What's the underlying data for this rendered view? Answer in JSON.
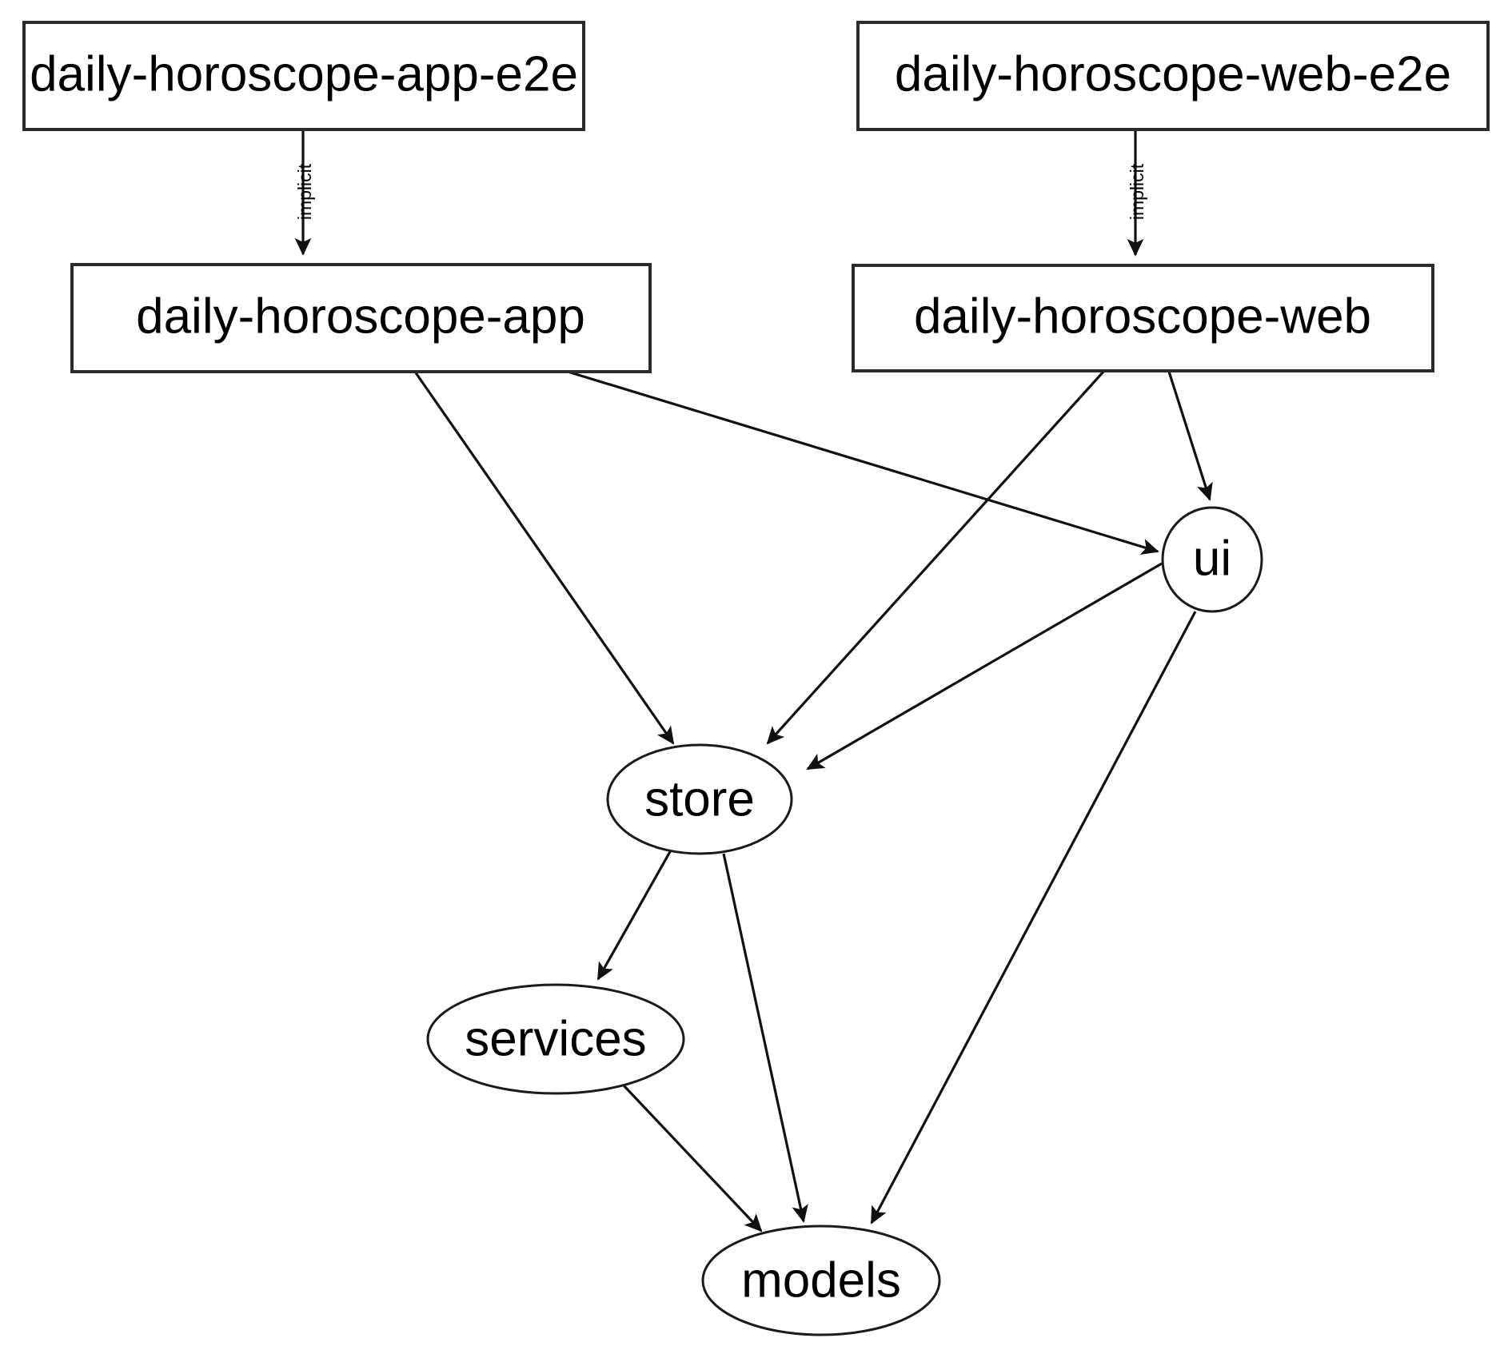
{
  "diagram": {
    "type": "dependency-graph",
    "title": "",
    "background_color": "#ffffff",
    "stroke_color": "#111111",
    "fill_color": "#ffffff",
    "nodes": [
      {
        "id": "daily-horoscope-app-e2e",
        "label": "daily-horoscope-app-e2e",
        "shape": "box"
      },
      {
        "id": "daily-horoscope-web-e2e",
        "label": "daily-horoscope-web-e2e",
        "shape": "box"
      },
      {
        "id": "daily-horoscope-app",
        "label": "daily-horoscope-app",
        "shape": "box"
      },
      {
        "id": "daily-horoscope-web",
        "label": "daily-horoscope-web",
        "shape": "box"
      },
      {
        "id": "ui",
        "label": "ui",
        "shape": "ellipse"
      },
      {
        "id": "store",
        "label": "store",
        "shape": "ellipse"
      },
      {
        "id": "services",
        "label": "services",
        "shape": "ellipse"
      },
      {
        "id": "models",
        "label": "models",
        "shape": "ellipse"
      }
    ],
    "edges": [
      {
        "from": "daily-horoscope-app-e2e",
        "to": "daily-horoscope-app",
        "label": "implicit"
      },
      {
        "from": "daily-horoscope-web-e2e",
        "to": "daily-horoscope-web",
        "label": "implicit"
      },
      {
        "from": "daily-horoscope-app",
        "to": "store",
        "label": ""
      },
      {
        "from": "daily-horoscope-app",
        "to": "ui",
        "label": ""
      },
      {
        "from": "daily-horoscope-web",
        "to": "store",
        "label": ""
      },
      {
        "from": "daily-horoscope-web",
        "to": "ui",
        "label": ""
      },
      {
        "from": "ui",
        "to": "store",
        "label": ""
      },
      {
        "from": "ui",
        "to": "models",
        "label": ""
      },
      {
        "from": "store",
        "to": "services",
        "label": ""
      },
      {
        "from": "store",
        "to": "models",
        "label": ""
      },
      {
        "from": "services",
        "to": "models",
        "label": ""
      }
    ],
    "edge_labels": {
      "implicit_app": "implicit",
      "implicit_web": "implicit"
    }
  }
}
